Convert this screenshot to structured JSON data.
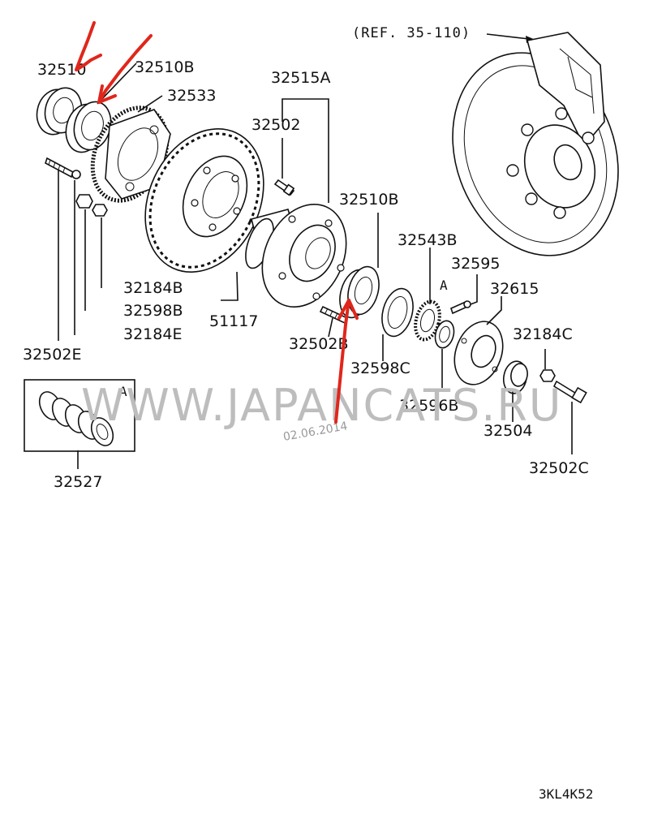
{
  "ref_note": "(REF. 35-110)",
  "diagram_code": "3KL4K52",
  "watermark": "WWW.JAPANCATS.RU",
  "watermark_date": "02.06.2014",
  "inset_letter": "A",
  "callout_letter": "A",
  "labels": {
    "p32510_left": "32510",
    "p32510B_top": "32510B",
    "p32533": "32533",
    "p32515A": "32515A",
    "p32502": "32502",
    "p32510B_right": "32510B",
    "p32543B": "32543B",
    "p32595": "32595",
    "p32615": "32615",
    "p32184B": "32184B",
    "p32598B": "32598B",
    "p32184E": "32184E",
    "p32502E": "32502E",
    "p51117": "51117",
    "p32502B": "32502B",
    "p32598C": "32598C",
    "p32184C": "32184C",
    "p32596B": "32596B",
    "p32504": "32504",
    "p32502C": "32502C",
    "p32527": "32527"
  }
}
